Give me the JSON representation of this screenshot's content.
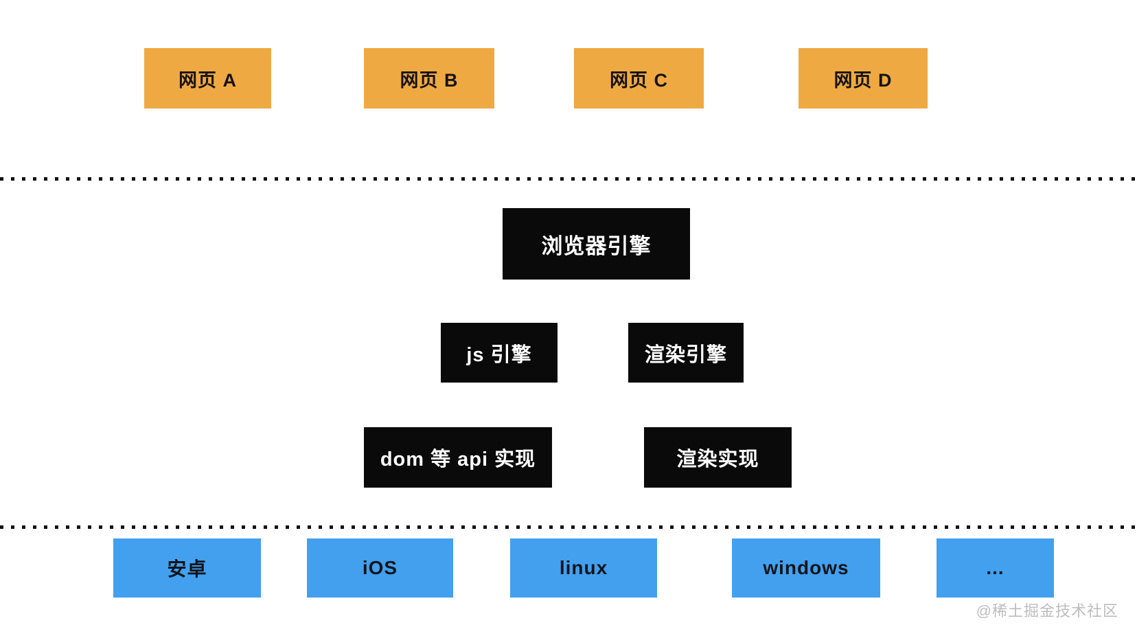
{
  "diagram": {
    "title_semantic": "browser-architecture-diagram",
    "web_pages": [
      {
        "label": "网页 A"
      },
      {
        "label": "网页 B"
      },
      {
        "label": "网页 C"
      },
      {
        "label": "网页 D"
      }
    ],
    "browser_engine": {
      "label": "浏览器引擎"
    },
    "engine_row": [
      {
        "label": "js 引擎"
      },
      {
        "label": "渲染引擎"
      }
    ],
    "impl_row": [
      {
        "label": "dom 等 api 实现"
      },
      {
        "label": "渲染实现"
      }
    ],
    "platforms": [
      {
        "label": "安卓"
      },
      {
        "label": "iOS"
      },
      {
        "label": "linux"
      },
      {
        "label": "windows"
      },
      {
        "label": "..."
      }
    ],
    "watermark": "@稀土掘金技术社区",
    "colors": {
      "web_page_fill": "#EFA943",
      "engine_fill": "#0A0A0A",
      "platform_fill": "#42A0EE",
      "divider_dot": "#111111",
      "watermark_text": "#BDBDBD"
    }
  }
}
